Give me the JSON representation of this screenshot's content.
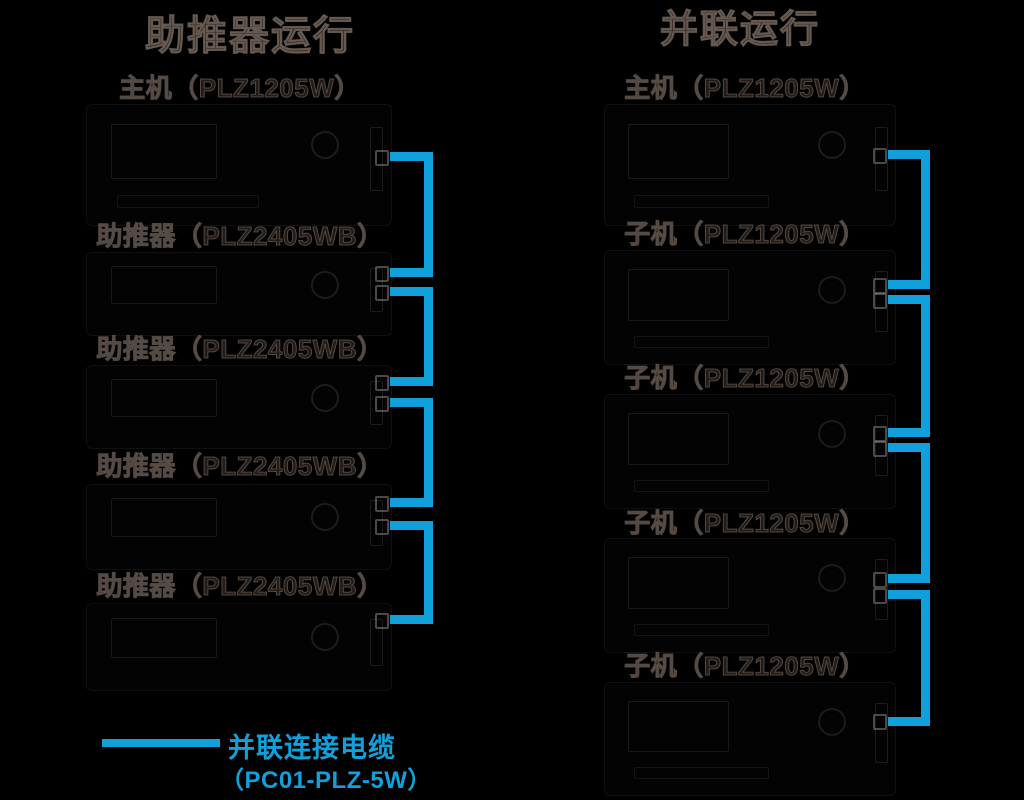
{
  "diagram": {
    "background_color": "#000000",
    "accent_blue": "#10A0DC",
    "artwork_ink_color": "#241B17",
    "left": {
      "title": "助推器运行",
      "master": {
        "label": "主机（PLZ1205W）"
      },
      "units": [
        {
          "label": "助推器（PLZ2405WB）"
        },
        {
          "label": "助推器（PLZ2405WB）"
        },
        {
          "label": "助推器（PLZ2405WB）"
        },
        {
          "label": "助推器（PLZ2405WB）"
        }
      ]
    },
    "right": {
      "title": "并联运行",
      "master": {
        "label": "主机（PLZ1205W）"
      },
      "units": [
        {
          "label": "子机（PLZ1205W）"
        },
        {
          "label": "子机（PLZ1205W）"
        },
        {
          "label": "子机（PLZ1205W）"
        },
        {
          "label": "子机（PLZ1205W）"
        }
      ]
    },
    "legend": {
      "label": "并联连接电缆",
      "model": "（PC01-PLZ-5W）"
    }
  }
}
